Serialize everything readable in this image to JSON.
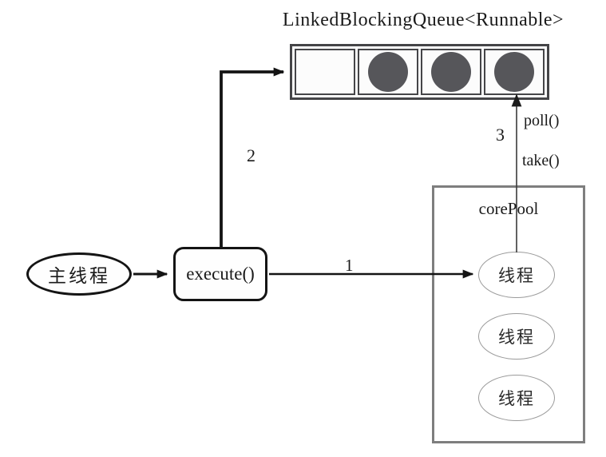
{
  "title": "LinkedBlockingQueue<Runnable>",
  "main_thread": {
    "label": "主线程"
  },
  "execute_box": {
    "label": "execute()"
  },
  "queue": {
    "cells": [
      {
        "filled": false
      },
      {
        "filled": true
      },
      {
        "filled": true
      },
      {
        "filled": true
      }
    ]
  },
  "core_pool": {
    "label": "corePool",
    "threads": [
      "线程",
      "线程",
      "线程"
    ]
  },
  "arrows": {
    "step1_label": "1",
    "step2_label": "2",
    "step3_label": "3",
    "poll_label": "poll()",
    "take_label": "take()"
  },
  "colors": {
    "task_dot": "#56565a",
    "queue_border": "#454548",
    "pool_border": "#7e7e7e",
    "thread_border": "#9a9a9a",
    "arrow": "#141414",
    "thin_arrow": "#3a3a3a",
    "text": "#1a1a1a",
    "background": "#ffffff"
  }
}
